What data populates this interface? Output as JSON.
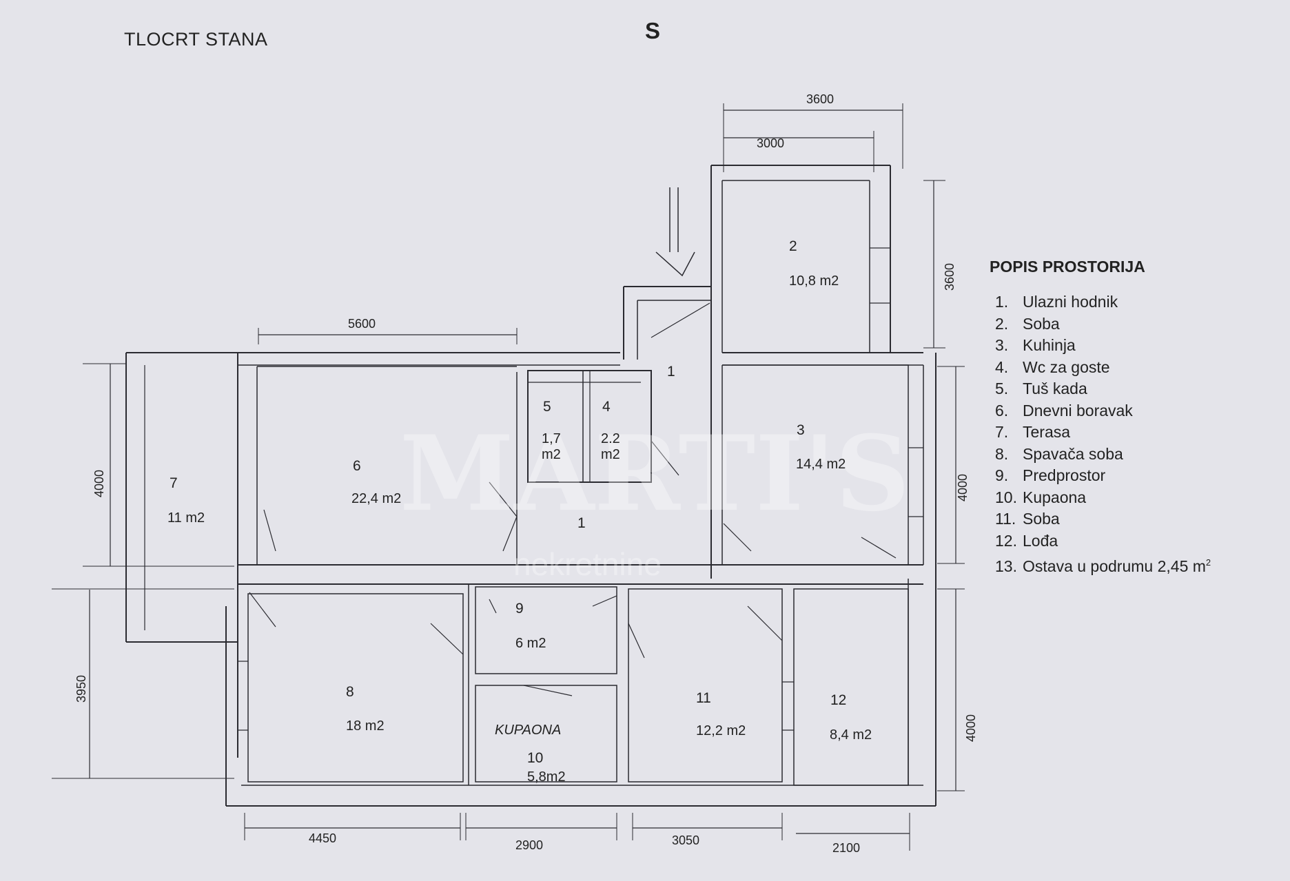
{
  "header": {
    "title": "TLOCRT STANA",
    "north": "S"
  },
  "legend": {
    "title": "POPIS PROSTORIJA",
    "items": [
      {
        "num": "1.",
        "name": "Ulazni hodnik"
      },
      {
        "num": "2.",
        "name": "Soba"
      },
      {
        "num": "3.",
        "name": "Kuhinja"
      },
      {
        "num": "4.",
        "name": "Wc za goste"
      },
      {
        "num": "5.",
        "name": "Tuš kada"
      },
      {
        "num": "6.",
        "name": "Dnevni boravak"
      },
      {
        "num": "7.",
        "name": "Terasa"
      },
      {
        "num": "8.",
        "name": "Spavača soba"
      },
      {
        "num": "9.",
        "name": "Predprostor"
      },
      {
        "num": "10.",
        "name": "Kupaona"
      },
      {
        "num": "11.",
        "name": "Soba"
      },
      {
        "num": "12.",
        "name": "Lođa"
      },
      {
        "num": "13.",
        "name": "Ostava u podrumu  2,45 m",
        "sup": "2"
      }
    ]
  },
  "rooms": {
    "r1a": {
      "num": "1"
    },
    "r1b": {
      "num": "1"
    },
    "r2": {
      "num": "2",
      "area": "10,8 m2"
    },
    "r3": {
      "num": "3",
      "area": "14,4 m2"
    },
    "r4": {
      "num": "4",
      "area_a": "2.2",
      "area_b": "m2"
    },
    "r5": {
      "num": "5",
      "area_a": "1,7",
      "area_b": "m2"
    },
    "r6": {
      "num": "6",
      "area": "22,4 m2"
    },
    "r7": {
      "num": "7",
      "area": "11 m2"
    },
    "r8": {
      "num": "8",
      "area": "18 m2"
    },
    "r9": {
      "num": "9",
      "area": "6 m2"
    },
    "r10": {
      "num": "10",
      "area": "5,8m2",
      "handwritten": "KUPAONA"
    },
    "r11": {
      "num": "11",
      "area": "12,2 m2"
    },
    "r12": {
      "num": "12",
      "area": "8,4 m2"
    }
  },
  "dimensions": {
    "top_3600": "3600",
    "top_3000": "3000",
    "right_3600": "3600",
    "top_5600": "5600",
    "left_4000": "4000",
    "left_3950": "3950",
    "right_4000_a": "4000",
    "right_4000_b": "4000",
    "bottom_4450": "4450",
    "bottom_2900": "2900",
    "bottom_3050": "3050",
    "bottom_2100": "2100"
  },
  "watermark": {
    "brand": "MARTI'S",
    "sub": "nekretnine"
  },
  "colors": {
    "paper": "#e4e4ea",
    "ink": "#2a2a30"
  }
}
